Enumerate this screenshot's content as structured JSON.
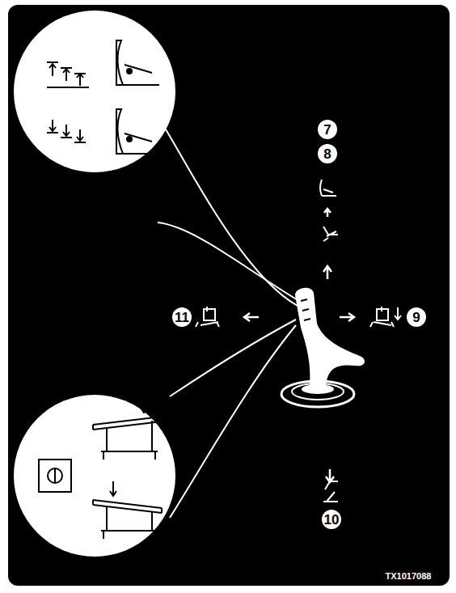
{
  "diagram": {
    "labels": [
      "7",
      "8",
      "11",
      "9",
      "10",
      "TX1017088"
    ]
  }
}
